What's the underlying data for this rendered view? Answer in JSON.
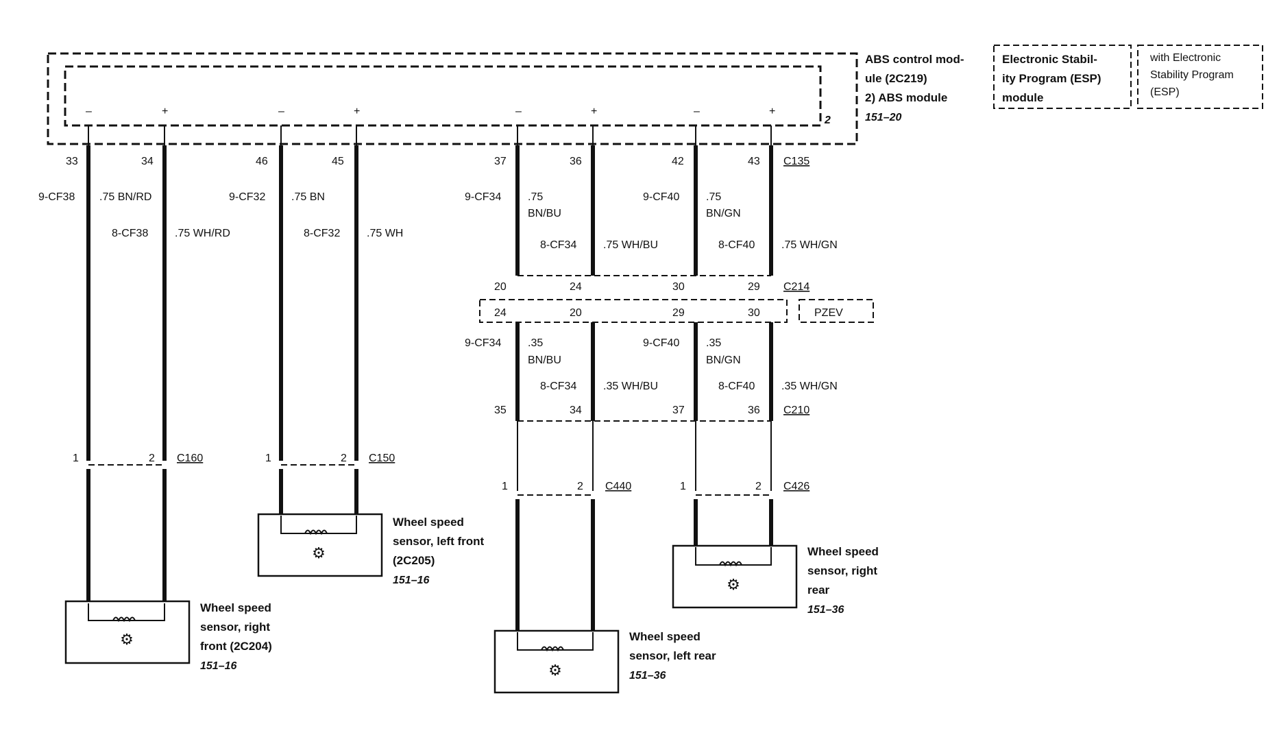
{
  "module": {
    "name_line1": "ABS control mod-",
    "name_line2": "ule (2C219)",
    "name_line3": "2)   ABS module",
    "ref": "151–20",
    "note_num": "2"
  },
  "esp_box": {
    "line1": "Electronic Stabil-",
    "line2": "ity Program (ESP)",
    "line3": "module"
  },
  "esp_note": {
    "line1": "with Electronic",
    "line2": "Stability Program",
    "line3": "(ESP)"
  },
  "polarity": {
    "neg": "–",
    "pos": "+"
  },
  "connectors": {
    "c135": "C135",
    "c214": "C214",
    "c210": "C210",
    "c160": "C160",
    "c150": "C150",
    "c440": "C440",
    "c426": "C426",
    "pzev": "PZEV"
  },
  "pins": {
    "p33": "33",
    "p34": "34",
    "p46": "46",
    "p45": "45",
    "p37": "37",
    "p36": "36",
    "p42": "42",
    "p43": "43",
    "c214_a": "20",
    "c214_b": "24",
    "c214_c": "30",
    "c214_d": "29",
    "pzev_a": "24",
    "pzev_b": "20",
    "pzev_c": "29",
    "pzev_d": "30",
    "c210_a": "35",
    "c210_b": "34",
    "c210_c": "37",
    "c210_d": "36",
    "one": "1",
    "two": "2"
  },
  "wires": {
    "rf_neg_circuit": "9-CF38",
    "rf_neg_spec": ".75 BN/RD",
    "rf_pos_circuit": "8-CF38",
    "rf_pos_spec": ".75 WH/RD",
    "lf_neg_circuit": "9-CF32",
    "lf_neg_spec": ".75 BN",
    "lf_pos_circuit": "8-CF32",
    "lf_pos_spec": ".75 WH",
    "lr_neg_circuit": "9-CF34",
    "lr_neg_spec_1": ".75",
    "lr_neg_spec_2": "BN/BU",
    "lr_pos_circuit": "8-CF34",
    "lr_pos_spec": ".75 WH/BU",
    "rr_neg_circuit": "9-CF40",
    "rr_neg_spec_1": ".75",
    "rr_neg_spec_2": "BN/GN",
    "rr_pos_circuit": "8-CF40",
    "rr_pos_spec": ".75 WH/GN",
    "lr_neg2_circuit": "9-CF34",
    "lr_neg2_spec_1": ".35",
    "lr_neg2_spec_2": "BN/BU",
    "lr_pos2_circuit": "8-CF34",
    "lr_pos2_spec": ".35 WH/BU",
    "rr_neg2_circuit": "9-CF40",
    "rr_neg2_spec_1": ".35",
    "rr_neg2_spec_2": "BN/GN",
    "rr_pos2_circuit": "8-CF40",
    "rr_pos2_spec": ".35 WH/GN"
  },
  "sensors": {
    "right_front": {
      "line1": "Wheel speed",
      "line2": "sensor, right",
      "line3": "front (2C204)",
      "ref": "151–16"
    },
    "left_front": {
      "line1": "Wheel speed",
      "line2": "sensor, left front",
      "line3": "(2C205)",
      "ref": "151–16"
    },
    "left_rear": {
      "line1": "Wheel speed",
      "line2": "sensor, left rear",
      "ref": "151–36"
    },
    "right_rear": {
      "line1": "Wheel speed",
      "line2": "sensor, right",
      "line3": "rear",
      "ref": "151–36"
    }
  }
}
